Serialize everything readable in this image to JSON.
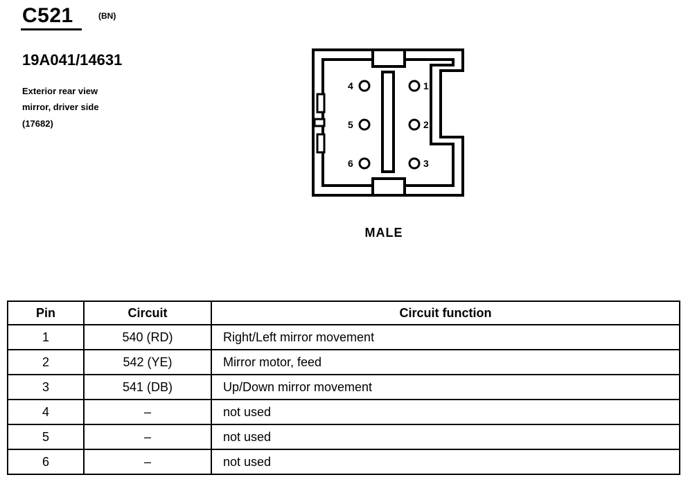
{
  "connector": {
    "id": "C521",
    "color_code": "(BN)",
    "part_number": "19A041/14631",
    "description": [
      "Exterior rear view",
      "mirror, driver side",
      "(17682)"
    ],
    "view": "MALE",
    "pins_left": [
      "4",
      "5",
      "6"
    ],
    "pins_right": [
      "1",
      "2",
      "3"
    ]
  },
  "table": {
    "headers": [
      "Pin",
      "Circuit",
      "Circuit function"
    ],
    "rows": [
      [
        "1",
        "540 (RD)",
        "Right/Left mirror movement"
      ],
      [
        "2",
        "542 (YE)",
        "Mirror motor, feed"
      ],
      [
        "3",
        "541 (DB)",
        "Up/Down mirror movement"
      ],
      [
        "4",
        "–",
        "not used"
      ],
      [
        "5",
        "–",
        "not used"
      ],
      [
        "6",
        "–",
        "not used"
      ]
    ]
  }
}
